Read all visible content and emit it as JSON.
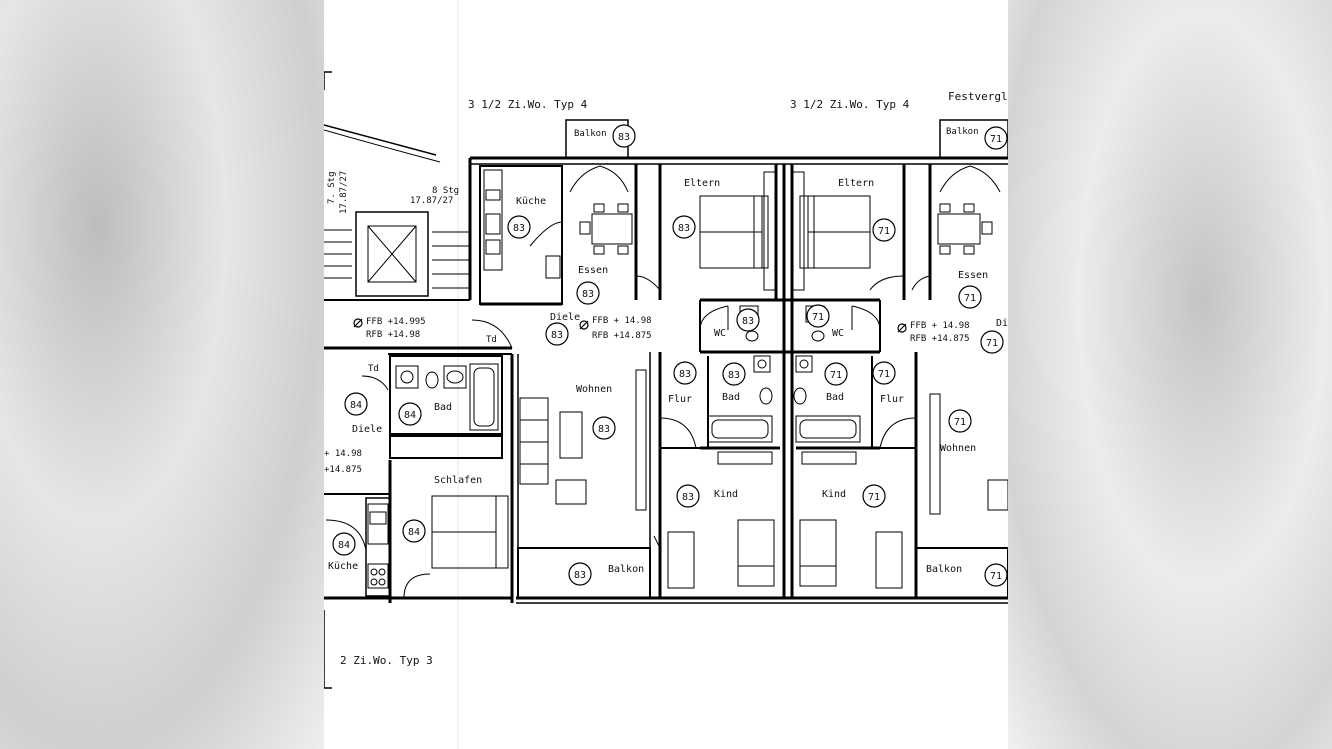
{
  "header": {
    "left_unit": "3 1/2 Zi.Wo. Typ 4",
    "right_unit": "3 1/2 Zi.Wo. Typ 4",
    "corner_label": "Festvergl"
  },
  "footer": {
    "unit": "2 Zi.Wo. Typ 3"
  },
  "stairs": {
    "stg7_name": "7. Stg",
    "stg7_level": "17.87/27",
    "stg8_name": "8 Stg",
    "stg8_level": "17.87/27"
  },
  "levels": {
    "l1_ffb": "FFB +14.995",
    "l1_rfb": "RFB +14.98",
    "l2_ffb": "FFB + 14.98",
    "l2_rfb": "RFB +14.875",
    "l3_ffb": "FFB + 14.98",
    "l3_rfb": "RFB +14.875",
    "l4_ffb": "+ 14.98",
    "l4_rfb": "+14.875"
  },
  "door_labels": {
    "td1": "Td",
    "td2": "Td"
  },
  "rooms": {
    "balkon_top_left": "Balkon",
    "balkon_top_left_n": "83",
    "kueche_left": "Küche",
    "kueche_left_n": "83",
    "essen_left": "Essen",
    "essen_left_n": "83",
    "eltern_left": "Eltern",
    "eltern_left_n": "83",
    "eltern_right": "Eltern",
    "eltern_right_n": "71",
    "balkon_top_right": "Balkon",
    "balkon_top_right_n": "71",
    "essen_right": "Essen",
    "essen_right_n": "71",
    "diele_left": "Diele",
    "diele_left_n": "83",
    "wc_left": "WC",
    "wc_left_n": "83",
    "wc_right": "WC",
    "wc_right_n": "71",
    "diele_right": "Die",
    "diele_right_n": "71",
    "bad_far_left": "Bad",
    "bad_far_left_n": "84",
    "diele_far_left": "Diele",
    "diele_far_left_n": "84",
    "wohnen_left": "Wohnen",
    "wohnen_left_n": "83",
    "flur_left": "Flur",
    "flur_left_n": "83",
    "bad_left": "Bad",
    "bad_left_n": "83",
    "bad_right": "Bad",
    "bad_right_n": "71",
    "flur_right": "Flur",
    "flur_right_n": "71",
    "wohnen_right": "Wohnen",
    "wohnen_right_n": "71",
    "schlafen": "Schlafen",
    "schlafen_n": "84",
    "kind_left": "Kind",
    "kind_left_n": "83",
    "kind_right": "Kind",
    "kind_right_n": "71",
    "kueche_bottom": "Küche",
    "kueche_bottom_n": "84",
    "balkon_bottom_left": "Balkon",
    "balkon_bottom_left_n": "83",
    "balkon_bottom_right": "Balkon",
    "balkon_bottom_right_n": "71"
  }
}
